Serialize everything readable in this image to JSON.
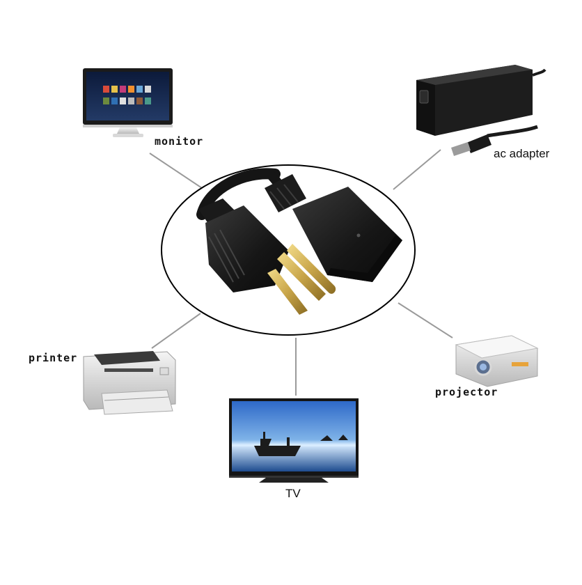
{
  "labels": {
    "monitor": "monitor",
    "ac_adapter": "ac adapter",
    "printer": "printer",
    "projector": "projector",
    "tv": "TV"
  },
  "colors": {
    "background": "#ffffff",
    "connector_line": "#9a9a9a",
    "cable_black": "#151515",
    "plug_black": "#1c1c1c",
    "prong_brass": "#c9a64a",
    "ellipse_stroke": "#000000"
  },
  "icons": [
    "monitor-icon",
    "ac-adapter-icon",
    "power-cord-icon",
    "printer-icon",
    "projector-icon",
    "tv-icon"
  ]
}
